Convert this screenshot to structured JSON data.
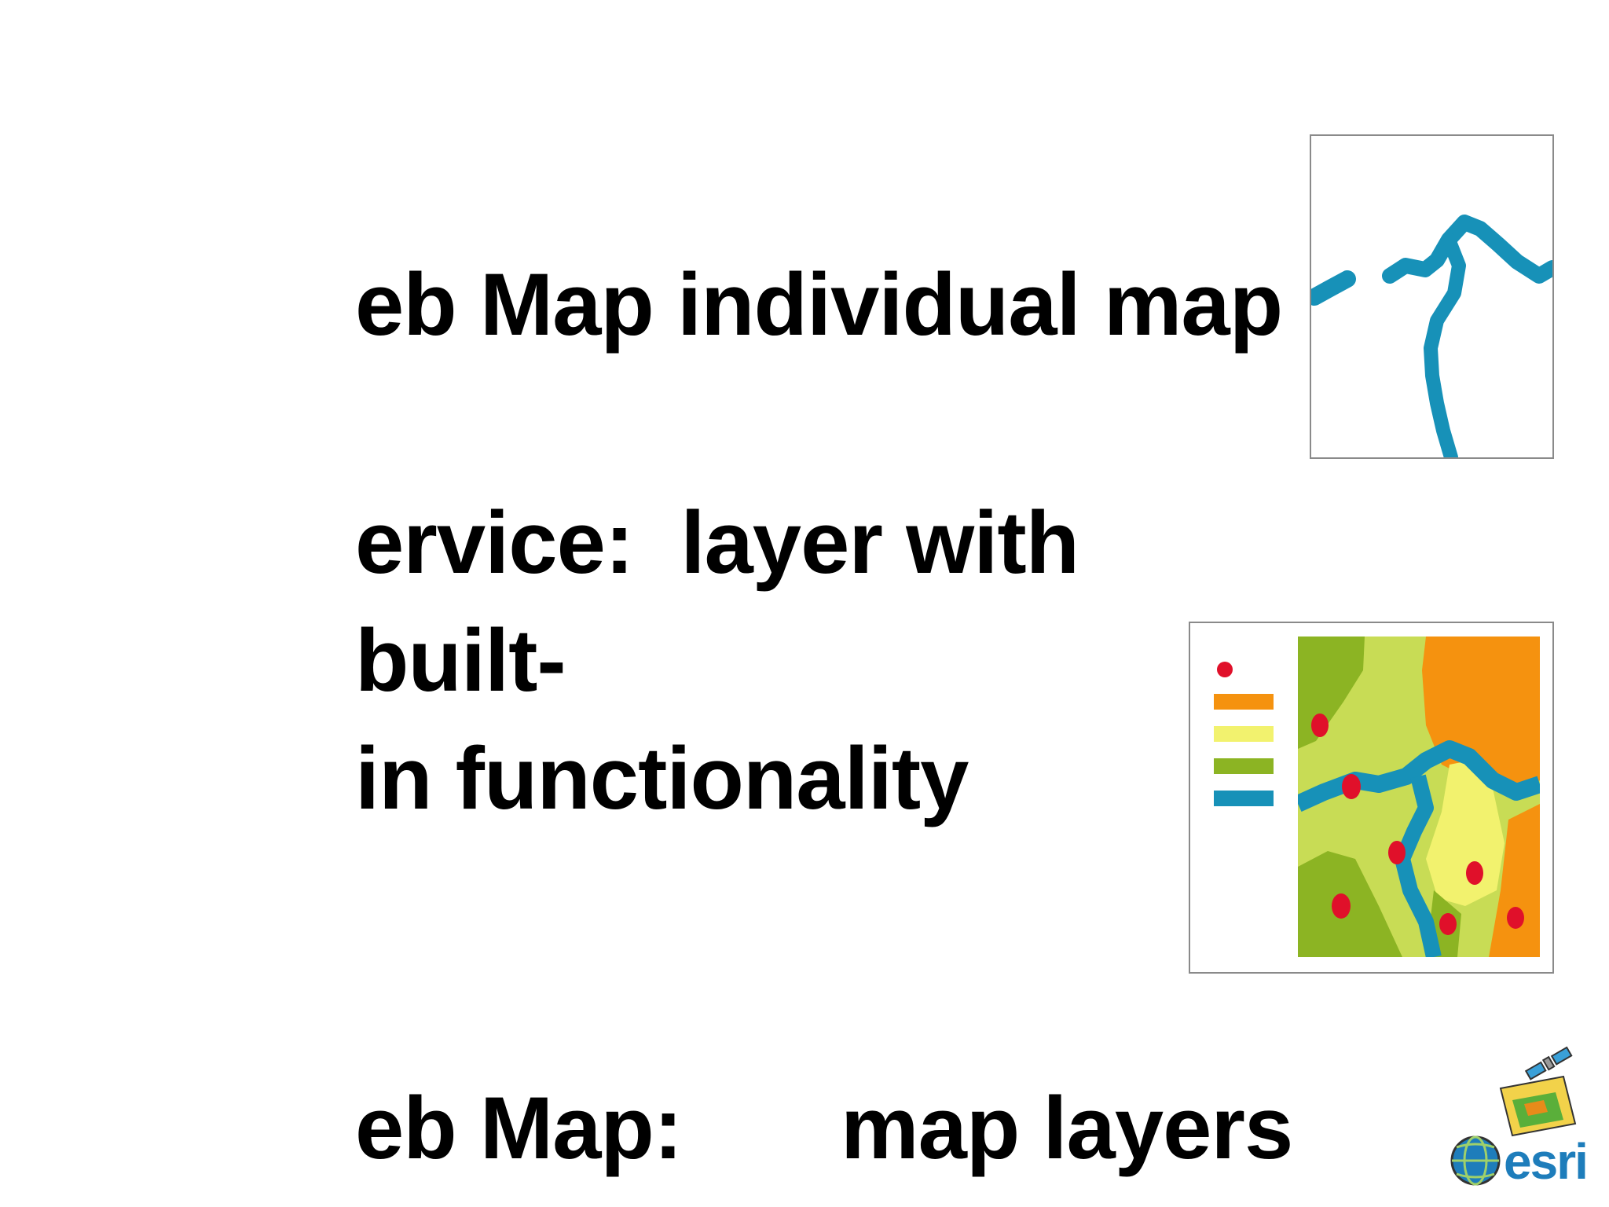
{
  "slide": {
    "line1_left": "eb Map",
    "line1_right": "individual map",
    "line2": "ervice:  layer with",
    "line3": "built-",
    "line4": "in functionality",
    "line5_left": "eb Map:",
    "line5_right": "map layers"
  },
  "logo": {
    "text": "esri"
  },
  "colors": {
    "river": "#1791b8",
    "orange": "#f5920f",
    "yellow": "#f2f26e",
    "light_green": "#c8dc55",
    "green": "#8cb423",
    "point": "#e0102a",
    "logo_blue": "#1e7dbb"
  }
}
